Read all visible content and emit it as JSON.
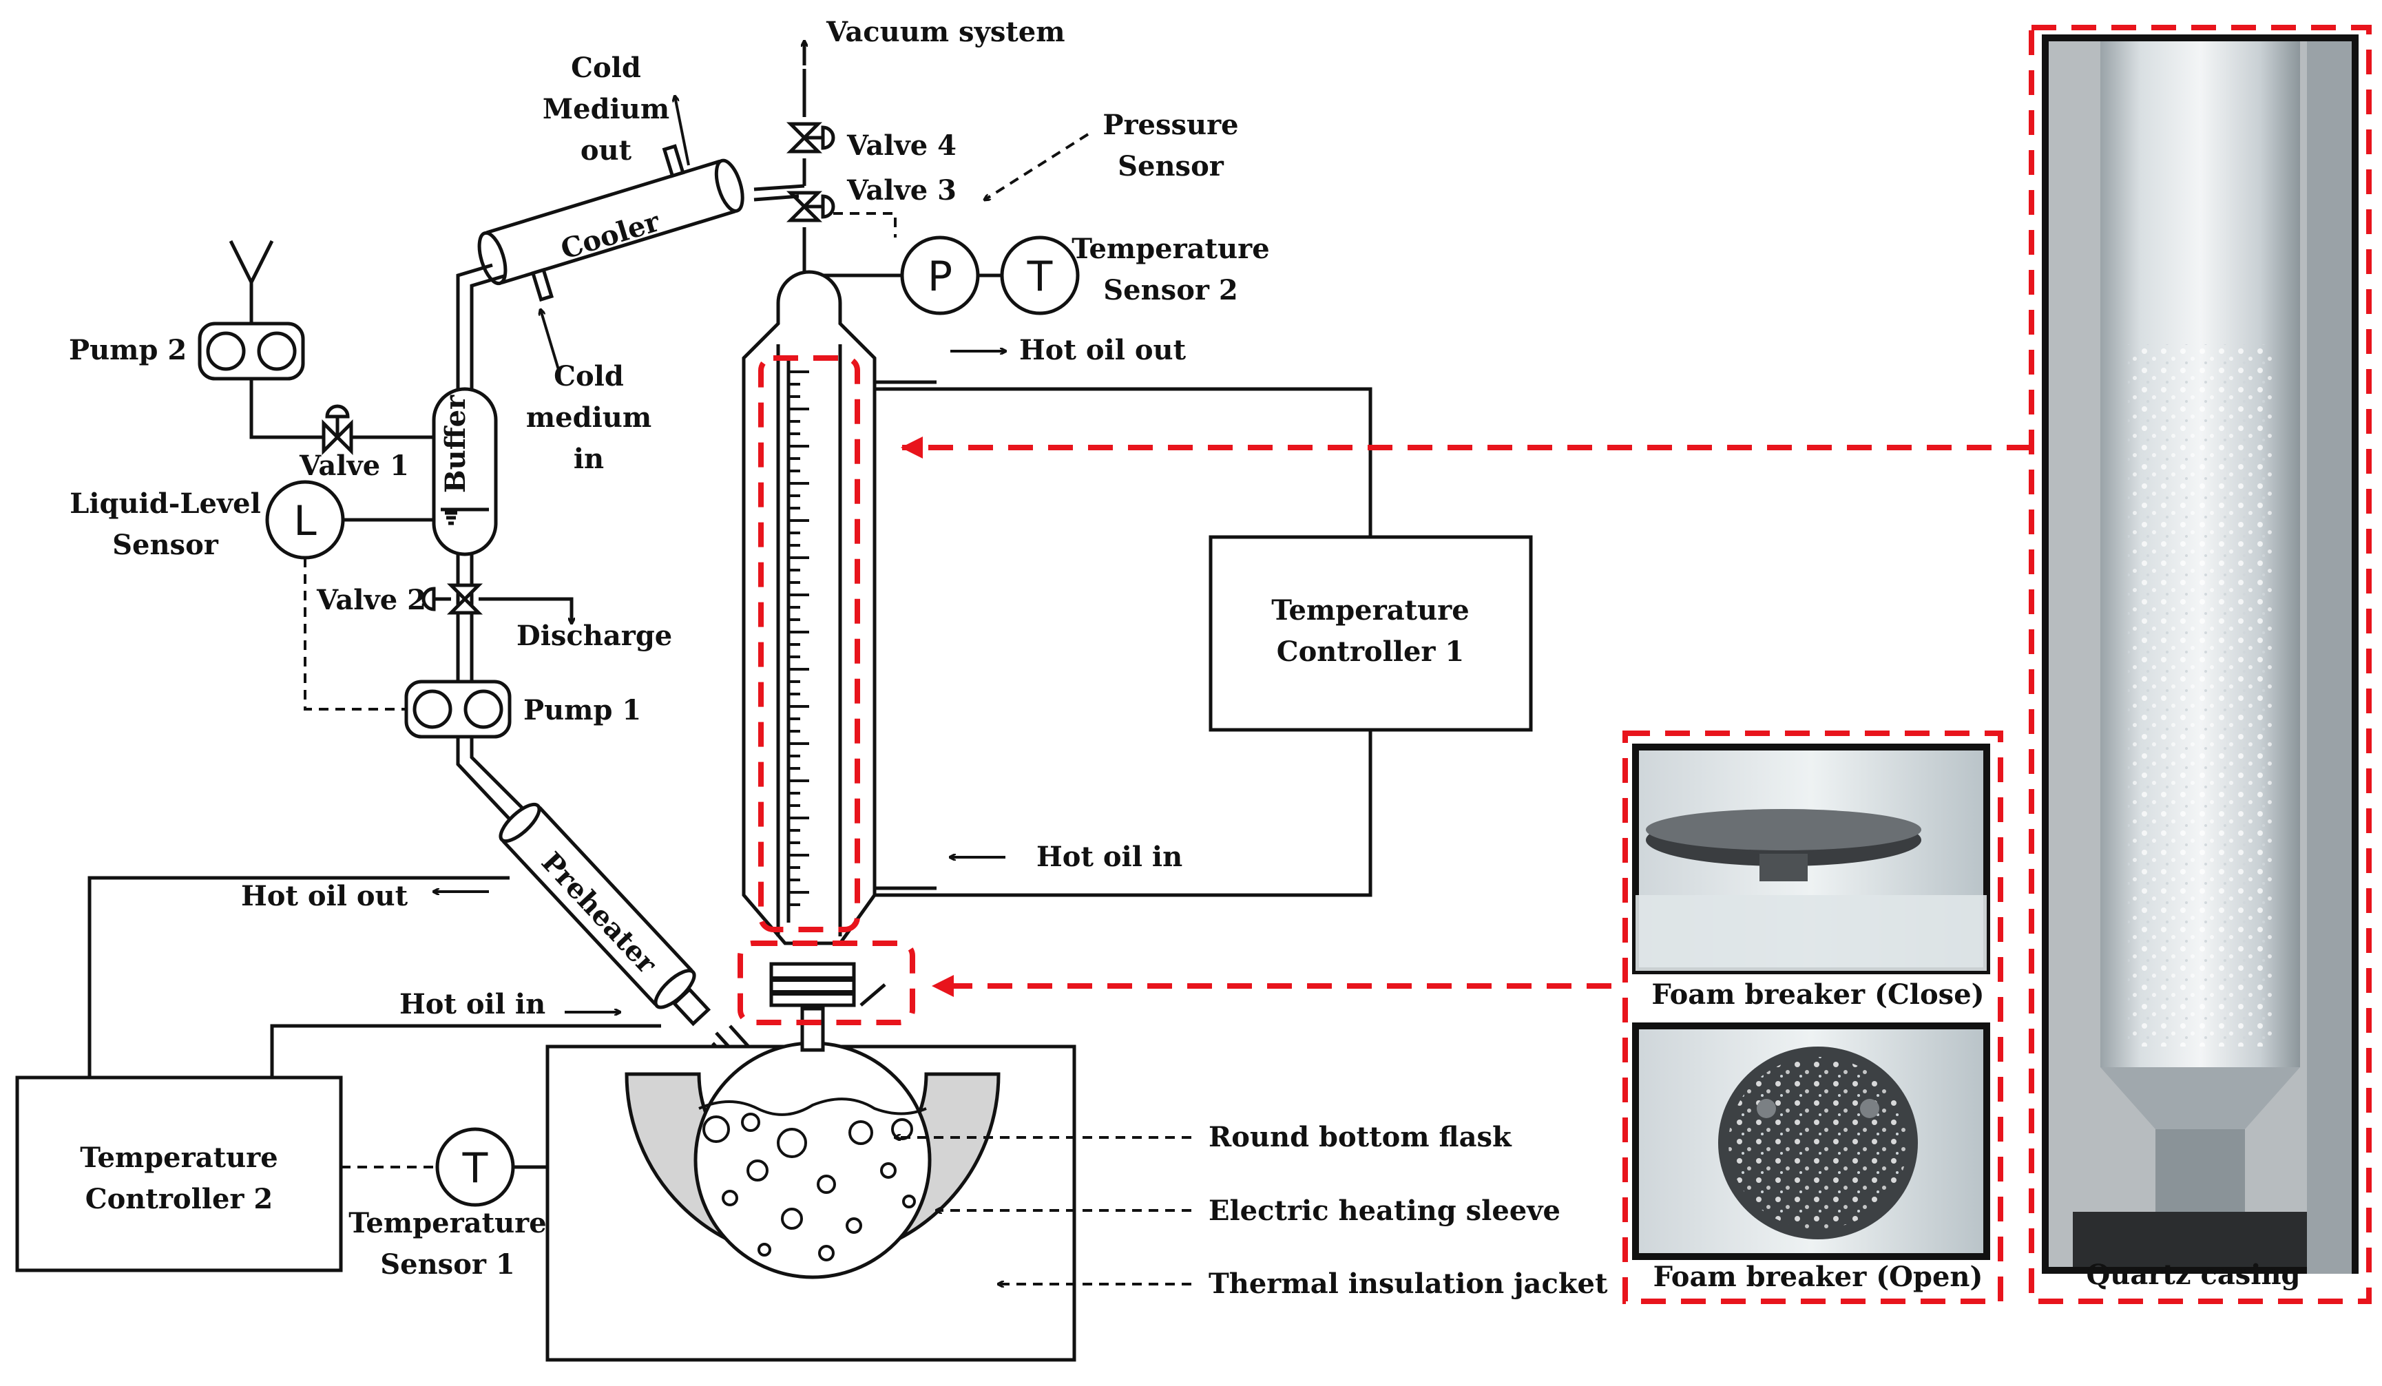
{
  "labels": {
    "vacuum_system": "Vacuum system",
    "cold_medium_out_1": "Cold",
    "cold_medium_out_2": "Medium",
    "cold_medium_out_3": "out",
    "valve4": "Valve 4",
    "valve3": "Valve 3",
    "pressure_sensor_1": "Pressure",
    "pressure_sensor_2": "Sensor",
    "temp_sensor2_1": "Temperature",
    "temp_sensor2_2": "Sensor 2",
    "cooler": "Cooler",
    "pump2": "Pump 2",
    "cold_medium_in_1": "Cold",
    "cold_medium_in_2": "medium",
    "cold_medium_in_3": "in",
    "hot_oil_out_top": "Hot oil out",
    "buffer": "Buffer",
    "valve1": "Valve 1",
    "liquid_level_1": "Liquid-Level",
    "liquid_level_2": "Sensor",
    "valve2": "Valve 2",
    "discharge": "Discharge",
    "pump1": "Pump 1",
    "temp_ctrl1_1": "Temperature",
    "temp_ctrl1_2": "Controller 1",
    "hot_oil_in_right": "Hot oil in",
    "hot_oil_out_left": "Hot oil out",
    "preheater": "Preheater",
    "hot_oil_in_left": "Hot oil in",
    "temp_ctrl2_1": "Temperature",
    "temp_ctrl2_2": "Controller 2",
    "temp_sensor1_1": "Temperature",
    "temp_sensor1_2": "Sensor 1",
    "round_bottom_flask": "Round bottom flask",
    "electric_heating_sleeve": "Electric heating sleeve",
    "thermal_insulation_jacket": "Thermal insulation jacket",
    "foam_breaker_close": "Foam breaker (Close)",
    "foam_breaker_open": "Foam breaker (Open)",
    "quartz_casing": "Quartz casing",
    "symbol_p": "P",
    "symbol_t": "T",
    "symbol_l": "L"
  },
  "colors": {
    "callout_red": "#e8141c",
    "jacket_gray": "#d4d4d4",
    "line": "#111111"
  }
}
